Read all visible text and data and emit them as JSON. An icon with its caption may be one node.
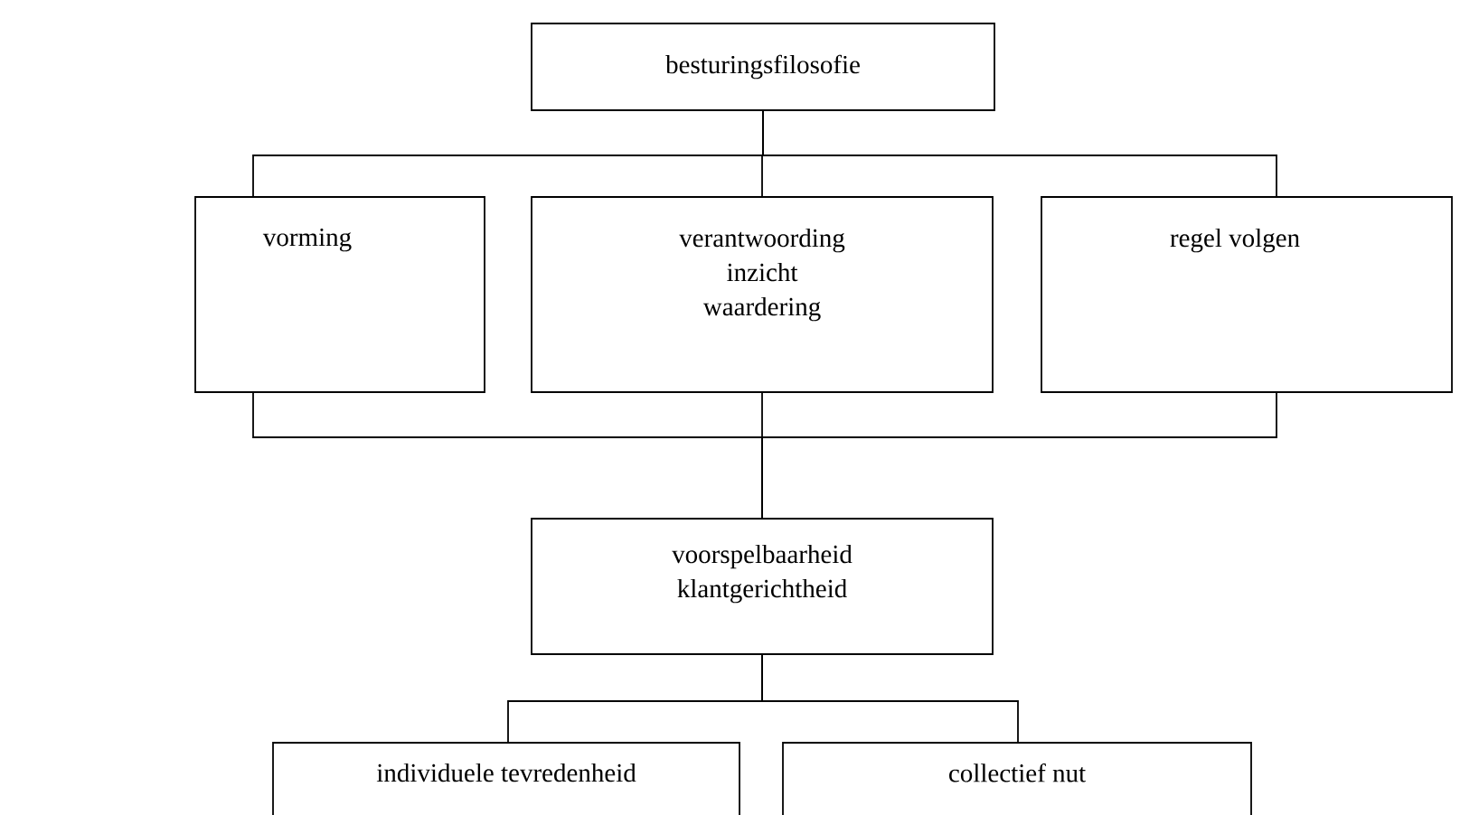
{
  "diagram": {
    "nodes": [
      {
        "text": [
          "besturingsfilosofie"
        ]
      },
      {
        "text": [
          "vorming"
        ]
      },
      {
        "text": [
          "verantwoording",
          "inzicht",
          "waardering"
        ]
      },
      {
        "text": [
          "regel volgen"
        ]
      },
      {
        "text": [
          "voorspelbaarheid",
          "klantgerichtheid"
        ]
      },
      {
        "text": [
          "individuele tevredenheid"
        ]
      },
      {
        "text": [
          "collectief nut"
        ]
      }
    ],
    "edges": [
      {
        "from": 0,
        "to": 1,
        "arrow": "none"
      },
      {
        "from": 0,
        "to": 2,
        "arrow": "none"
      },
      {
        "from": 0,
        "to": 3,
        "arrow": "none"
      },
      {
        "from": 1,
        "to": 4,
        "arrow": "none"
      },
      {
        "from": 2,
        "to": 4,
        "arrow": "none"
      },
      {
        "from": 3,
        "to": 4,
        "arrow": "none"
      },
      {
        "from": 4,
        "to": 5,
        "arrow": "none"
      },
      {
        "from": 4,
        "to": 6,
        "arrow": "none"
      }
    ]
  }
}
